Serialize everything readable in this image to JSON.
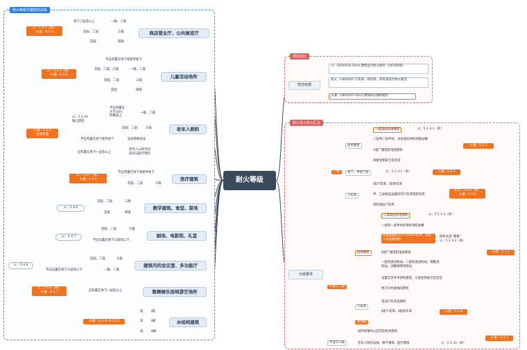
{
  "center": "耐火等级",
  "left_panel_title": "耐火等级与楼层的关系",
  "top_right_title": "规范对比",
  "right_panel_title": "耐火及火灾大汇总",
  "left": {
    "shop": {
      "title": "商店营业厅、公共展览厅",
      "badge": "火：5.4.3（条）\n火通：4.3.3",
      "rows": [
        {
          "floor": "地下二层及以上",
          "grade": "一级、二级"
        },
        {
          "floor": "首层、二层",
          "grade": "三级"
        },
        {
          "floor": "首层",
          "grade": "四级"
        }
      ]
    },
    "child": {
      "title": "儿童活动场所",
      "badge": "火：5.4.4（条）\n火通：4.3.4",
      "rows": [
        {
          "floor": "不应布置在地下或者半地下",
          "grade": ""
        },
        {
          "floor": "首层、二层、三层",
          "grade": "一级、二级"
        },
        {
          "floor": "首层、二层",
          "grade": "三级"
        },
        {
          "floor": "首层",
          "grade": "四级"
        }
      ]
    },
    "elder": {
      "title": "老年人照料",
      "badge": "火通：4.3.5\n合建布置",
      "b1": "火：5.3.1A\n独立建造",
      "b2": "不应布置在\n大于54m\n的楼层上",
      "g1": "一级、二级",
      "r2a": "首层、二层",
      "r2b": "三级",
      "r3": "不应布置在地下或半地下",
      "r3b": "居室和休息室",
      "r4": "应布置在地下一层及以上",
      "r4b": "老年人公共活动\n房间与医疗用房"
    },
    "medical": {
      "title": "医疗建筑",
      "badge": "火：5.4.5（条）\n火通：4.3.6",
      "rows": [
        {
          "floor": "不应布置在地下或者半地下",
          "grade": ""
        },
        {
          "floor": "首层、二层",
          "grade": "三级"
        }
      ]
    },
    "school": {
      "title": "教学建筑、食堂、菜场",
      "badge": "火：5.4.6",
      "rows": [
        {
          "floor": "首层、二层",
          "grade": "三级"
        },
        {
          "floor": "首层",
          "grade": "四级"
        }
      ]
    },
    "theater": {
      "title": "剧场、电影院、礼堂",
      "badge": "火：5.4.7",
      "rows": [
        {
          "floor": "首层、二层",
          "grade": "三级"
        },
        {
          "floor": "不应设置在地下三层及以下",
          "grade": ""
        }
      ]
    },
    "meeting": {
      "title": "建筑内的会议室、多功能厅",
      "badge": "火：5.4.8",
      "rows": [
        {
          "floor": "首层、二层",
          "grade": "三级"
        },
        {
          "floor": "不应设置在地下三层及以下",
          "grade": "一级、二级"
        }
      ]
    },
    "ktv": {
      "title": "歌舞娱乐放映游艺场所",
      "badge": "火：5.4.9（条）\n火通：4.3.7",
      "rows": [
        {
          "floor": "应布置在地下一层及以上",
          "grade": ""
        }
      ]
    },
    "wood": {
      "title": "木结构建筑",
      "badge": "火通：4.3.8~4.3.10",
      "rows": [
        "Ⅰ级",
        "Ⅱ级",
        "Ⅲ级"
      ],
      "prefix": "高"
    }
  },
  "right": {
    "spec_title": "规范依据",
    "specs": [
      "火：GB50016-2014 建筑设计防火规范（2018年版）",
      "车火：GB50067 汽车库、修车库、停车场设计防火规范",
      "火通：GB55037-2022 建筑防火通用规范"
    ],
    "grade1": "一级",
    "civil": "民用建筑",
    "c1": "一类高层民用建筑",
    "c1ref": "火：5.1.3-1（条）",
    "c2": "二层和二层半式、多层式民用机场航站楼",
    "c3": "A类广播电影电视建筑",
    "c4": "四级生物安全实验室",
    "c_ref": "火通：5.3.1",
    "under": "地下、半地下室",
    "under_ref": "火：5.1.3-1（条）",
    "under_ref2": "火通：5.1.2",
    "garage": "汽车库",
    "g1": "Ⅰ类汽车库，Ⅰ类修车库",
    "g2": "甲、乙类物品运输车的汽车库或修车库",
    "g3": "消防高层汽车库",
    "g_ref": "车火：3.0.3（条）\n火通：5.1.5",
    "classify": "分级要求",
    "not_lower2": "不低于二级",
    "civil2": "民用建筑",
    "d1": "二类高层民用建筑",
    "d1ref": "火：5.1.3-2（条）",
    "d2": "一层和一层半式民用机场航站楼",
    "d3": "总建筑面积大于1500m²的单、多层人员密集场所",
    "d3ref": "除条文是“重要”\n火：5.1.3-2（条）",
    "d4": "B类广播电影电视建筑",
    "d5": "一般普通消防站、二级普通消防站、特勤消防站、战勤保障消防站",
    "d6": "设置洁净手术部的建筑、三级生物安全实验室",
    "d7": "用于灾时避难的建筑",
    "d_ref": "火通：5.3.2",
    "garage2": "汽车库",
    "e1": "电动汽车充电建筑",
    "e2": "Ⅱ类汽车库、Ⅱ类修车库",
    "e_ref": "火通：5.1.6",
    "substation": "变电站",
    "not_lower3": "不低于三级",
    "f1": "城市和镇中心区内的民用建筑",
    "f2": "老年人照料设施、教学建筑、医疗建筑",
    "f2ref": "火：5.1.3A（条）",
    "f_ref": "火通：5.3.3"
  }
}
